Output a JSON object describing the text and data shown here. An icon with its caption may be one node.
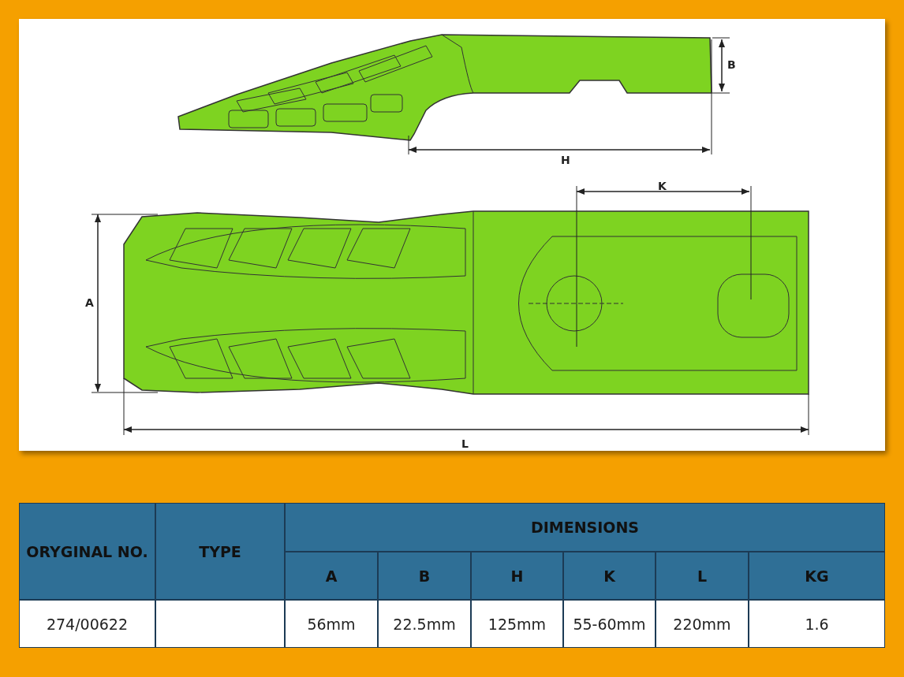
{
  "diagram": {
    "labels": [
      "B",
      "H",
      "K",
      "A",
      "L",
      "ORYGINAL NO.",
      "TYPE",
      "DIMENSIONS",
      "A",
      "B",
      "H",
      "K",
      "L",
      "KG",
      "274/00622",
      "56mm",
      "22.5mm",
      "125mm",
      "55-60mm",
      "220mm",
      "1.6"
    ]
  }
}
